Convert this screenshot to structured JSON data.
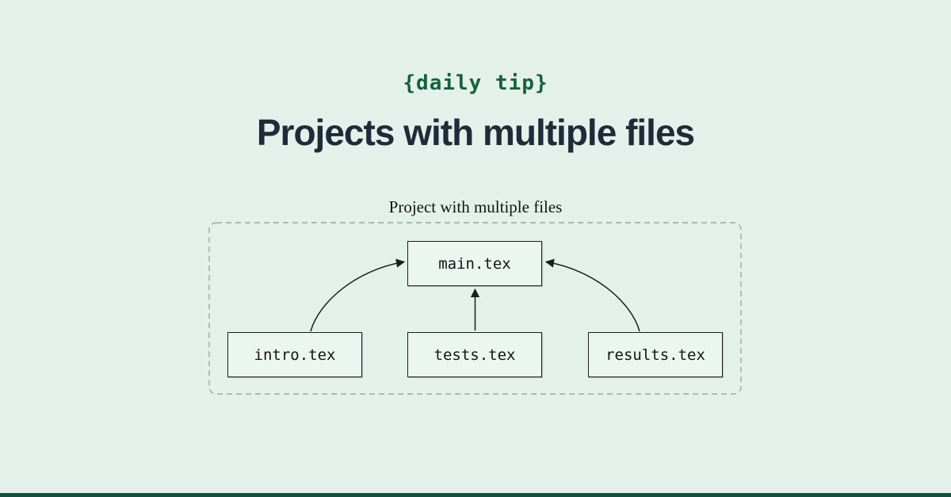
{
  "page": {
    "background": "#e4f1eb",
    "footer_bar_color": "#134e3f"
  },
  "header": {
    "kicker": "{daily tip}",
    "kicker_color": "#17613a",
    "title": "Projects with multiple files",
    "title_color": "#1f2b38"
  },
  "diagram": {
    "caption": "Project with multiple files",
    "nodes": {
      "main": {
        "label": "main.tex"
      },
      "intro": {
        "label": "intro.tex"
      },
      "tests": {
        "label": "tests.tex"
      },
      "results": {
        "label": "results.tex"
      }
    },
    "edges": [
      {
        "from": "intro.tex",
        "to": "main.tex"
      },
      {
        "from": "tests.tex",
        "to": "main.tex"
      },
      {
        "from": "results.tex",
        "to": "main.tex"
      }
    ],
    "colors": {
      "node_fill": "#ecf6f0",
      "node_border": "#1d1d1b",
      "edge": "#1d1d1b",
      "container_border": "#9aa8a1",
      "text": "#141414"
    }
  }
}
